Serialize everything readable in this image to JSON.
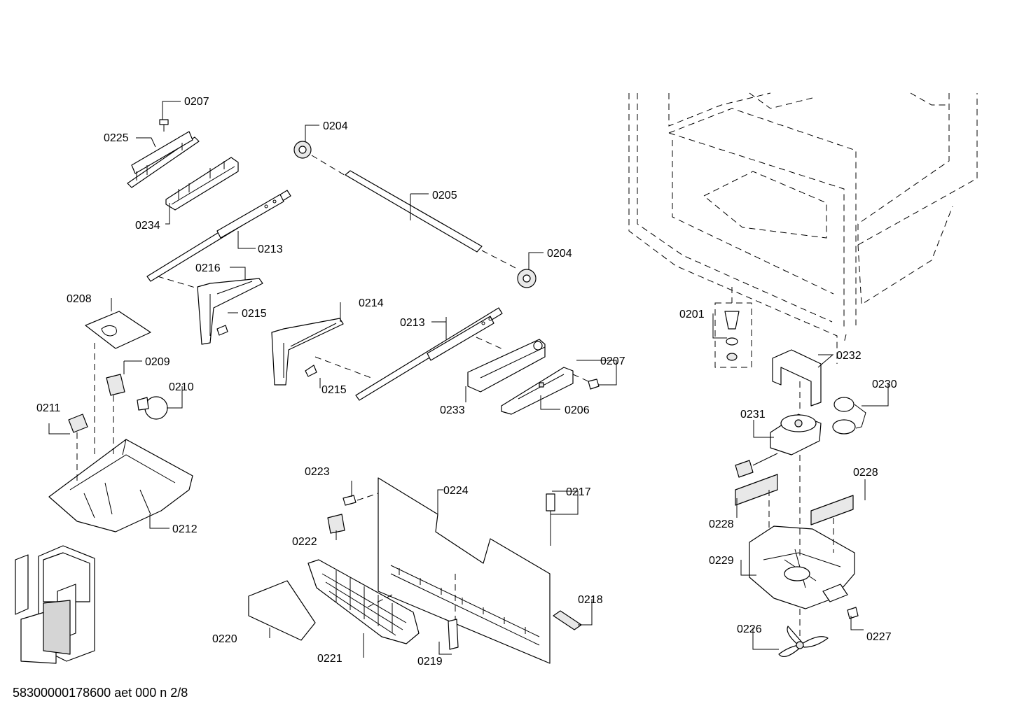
{
  "diagram": {
    "callouts": {
      "c0201": "0201",
      "c0204a": "0204",
      "c0204b": "0204",
      "c0205": "0205",
      "c0206": "0206",
      "c0207a": "0207",
      "c0207b": "0207",
      "c0208": "0208",
      "c0209": "0209",
      "c0210": "0210",
      "c0211": "0211",
      "c0212": "0212",
      "c0213a": "0213",
      "c0213b": "0213",
      "c0214": "0214",
      "c0215a": "0215",
      "c0215b": "0215",
      "c0216": "0216",
      "c0217": "0217",
      "c0218": "0218",
      "c0219": "0219",
      "c0220": "0220",
      "c0221": "0221",
      "c0222": "0222",
      "c0223": "0223",
      "c0224": "0224",
      "c0225": "0225",
      "c0226": "0226",
      "c0227": "0227",
      "c0228a": "0228",
      "c0228b": "0228",
      "c0229": "0229",
      "c0230": "0230",
      "c0231": "0231",
      "c0232": "0232",
      "c0233": "0233",
      "c0234": "0234"
    }
  },
  "footer": {
    "document_id": "58300000178600 aet 000 n 2/8"
  }
}
